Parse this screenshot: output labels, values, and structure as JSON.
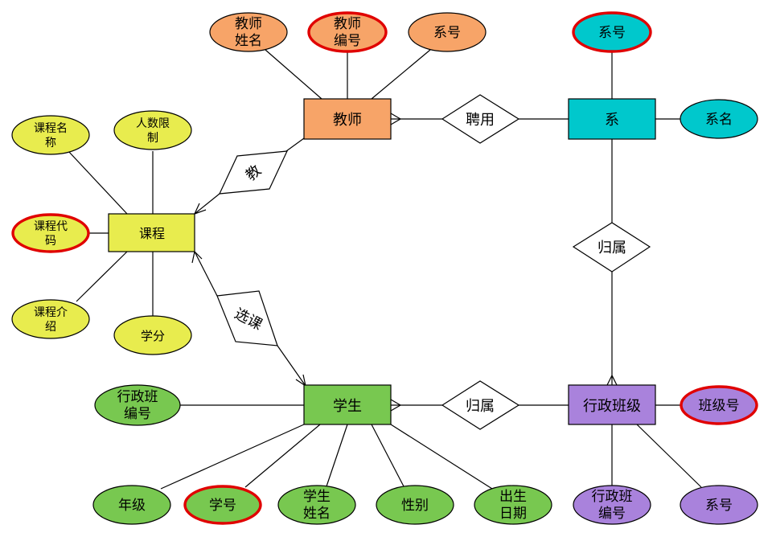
{
  "colors": {
    "teacher": "#f7a468",
    "dept": "#00c8cc",
    "course": "#e8ec4e",
    "student": "#78c850",
    "class": "#a982dc",
    "relationship": "#ffffff",
    "key_border": "#e00000"
  },
  "entities": {
    "teacher": "教师",
    "dept": "系",
    "course": "课程",
    "student": "学生",
    "class": "行政班级"
  },
  "relationships": {
    "hire": "聘用",
    "teach": "教",
    "dept_class": "归属",
    "select": "选课",
    "student_class": "归属"
  },
  "attributes": {
    "teacher_name": [
      "教师",
      "姓名"
    ],
    "teacher_no": [
      "教师",
      "编号"
    ],
    "teacher_dept_no": [
      "系号"
    ],
    "dept_no": [
      "系号"
    ],
    "dept_name": [
      "系名"
    ],
    "course_name": [
      "课程名",
      "称"
    ],
    "course_limit": [
      "人数限",
      "制"
    ],
    "course_code": [
      "课程代",
      "码"
    ],
    "course_intro": [
      "课程介",
      "绍"
    ],
    "course_credit": [
      "学分"
    ],
    "student_class_no": [
      "行政班",
      "编号"
    ],
    "student_grade": [
      "年级"
    ],
    "student_no": [
      "学号"
    ],
    "student_name": [
      "学生",
      "姓名"
    ],
    "student_gender": [
      "性别"
    ],
    "student_birth": [
      "出生",
      "日期"
    ],
    "class_no": [
      "班级号"
    ],
    "class_id": [
      "行政班",
      "编号"
    ],
    "class_dept_no": [
      "系号"
    ]
  }
}
